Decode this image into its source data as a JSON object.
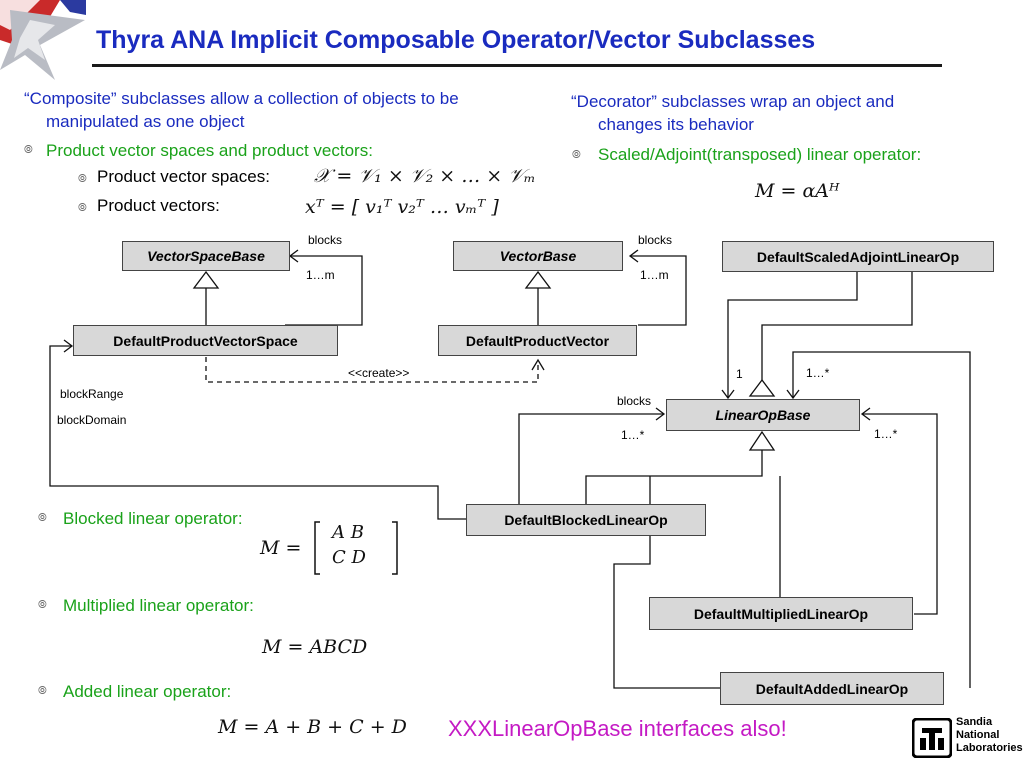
{
  "title": "Thyra ANA Implicit Composable Operator/Vector Subclasses",
  "left": {
    "intro": [
      "“Composite” subclasses allow a collection of objects to be",
      "manipulated as one object"
    ],
    "bullet1": "Product vector spaces and product vectors:",
    "sub1": "Product vector spaces:",
    "sub2": "Product vectors:",
    "bullet_blocked": "Blocked linear operator:",
    "bullet_multiplied": "Multiplied linear operator:",
    "bullet_added": "Added linear operator:"
  },
  "right": {
    "intro": [
      "“Decorator” subclasses wrap an object and",
      "changes its behavior"
    ],
    "bullet1": "Scaled/Adjoint(transposed) linear operator:"
  },
  "math": {
    "product_space": "𝒳 = 𝒱₁ × 𝒱₂ × … × 𝒱ₘ",
    "product_vector": "xᵀ = [ v₁ᵀ   v₂ᵀ   …   vₘᵀ ]",
    "scaled": "M = αAᴴ",
    "blocked_lhs": "M =",
    "blocked_r1": "A    B",
    "blocked_r2": "C    D",
    "multiplied": "M = ABCD",
    "added": "M = A + B + C + D"
  },
  "boxes": {
    "vector_space_base": "VectorSpaceBase",
    "vector_base": "VectorBase",
    "scaled_adjoint": "DefaultScaledAdjointLinearOp",
    "product_vector_space": "DefaultProductVectorSpace",
    "product_vector": "DefaultProductVector",
    "linear_op_base": "LinearOpBase",
    "blocked": "DefaultBlockedLinearOp",
    "multiplied": "DefaultMultipliedLinearOp",
    "added": "DefaultAddedLinearOp"
  },
  "labels": {
    "blocks_vs": "blocks",
    "mult_vs": "1…m",
    "blocks_vec": "blocks",
    "mult_vec": "1…m",
    "create": "<<create>>",
    "block_range": "blockRange",
    "block_domain": "blockDomain",
    "blocks_lob": "blocks",
    "mult_lob_left": "1…*",
    "one_scaled": "1",
    "mult_top_right": "1…*",
    "mult_lob_right": "1…*"
  },
  "note": "XXXLinearOpBase interfaces also!",
  "logo": {
    "lines": [
      "Sandia",
      "National",
      "Laboratories"
    ]
  },
  "colors": {
    "title": "#1a2bbf",
    "green": "#1aa21a",
    "note": "#c41ac4",
    "box": "#d8d8d8"
  }
}
